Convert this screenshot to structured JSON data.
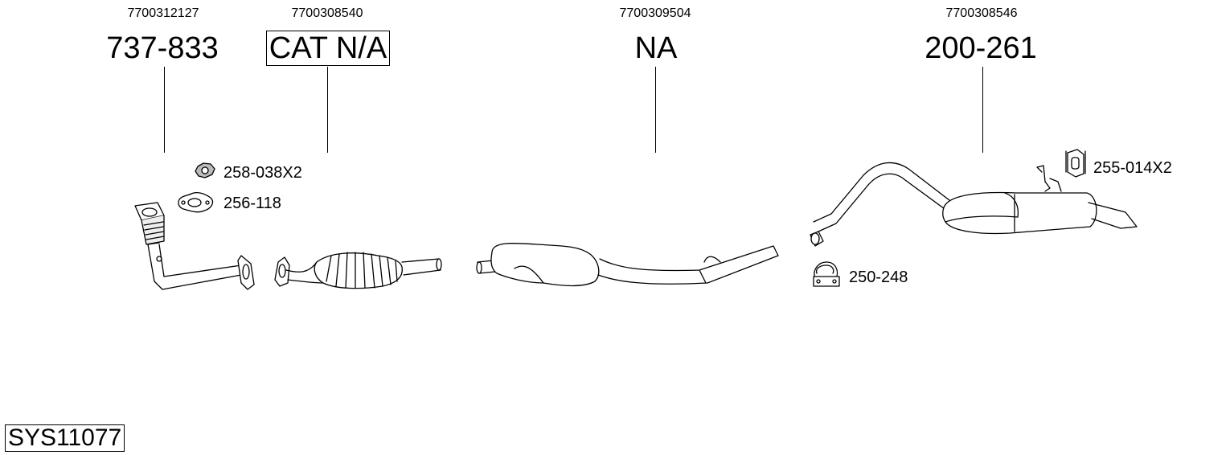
{
  "parts": [
    {
      "oem": "7700312127",
      "number": "737-833",
      "boxed": false
    },
    {
      "oem": "7700308540",
      "number": "CAT N/A",
      "boxed": true
    },
    {
      "oem": "7700309504",
      "number": "NA",
      "boxed": false
    },
    {
      "oem": "7700308546",
      "number": "200-261",
      "boxed": false
    }
  ],
  "accessories": [
    {
      "label": "258-038X2",
      "icon": "nut-icon"
    },
    {
      "label": "256-118",
      "icon": "gasket-icon"
    },
    {
      "label": "250-248",
      "icon": "clamp-icon"
    },
    {
      "label": "255-014X2",
      "icon": "hanger-icon"
    }
  ],
  "system_code": "SYS11077"
}
